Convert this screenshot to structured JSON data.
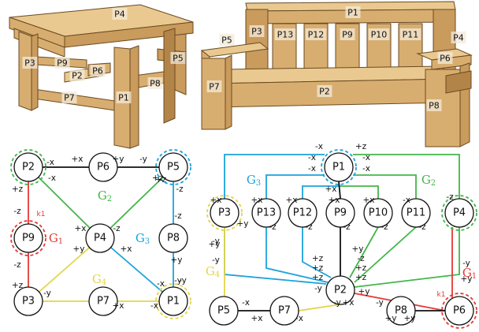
{
  "colors": {
    "green": "#43b649",
    "cyan": "#1ba3dc",
    "red": "#e53935",
    "yellow": "#e4d54a",
    "black": "#111111"
  },
  "table": {
    "parts": [
      {
        "id": "t-p4",
        "label": "P4"
      },
      {
        "id": "t-p3",
        "label": "P3"
      },
      {
        "id": "t-p9",
        "label": "P9"
      },
      {
        "id": "t-p2",
        "label": "P2"
      },
      {
        "id": "t-p6",
        "label": "P6"
      },
      {
        "id": "t-p5",
        "label": "P5"
      },
      {
        "id": "t-p8",
        "label": "P8"
      },
      {
        "id": "t-p7",
        "label": "P7"
      },
      {
        "id": "t-p1",
        "label": "P1"
      }
    ]
  },
  "bench": {
    "parts": [
      {
        "id": "b-p1",
        "label": "P1"
      },
      {
        "id": "b-p5",
        "label": "P5"
      },
      {
        "id": "b-p3",
        "label": "P3"
      },
      {
        "id": "b-p13",
        "label": "P13"
      },
      {
        "id": "b-p12",
        "label": "P12"
      },
      {
        "id": "b-p9",
        "label": "P9"
      },
      {
        "id": "b-p10",
        "label": "P10"
      },
      {
        "id": "b-p11",
        "label": "P11"
      },
      {
        "id": "b-p4",
        "label": "P4"
      },
      {
        "id": "b-p6",
        "label": "P6"
      },
      {
        "id": "b-p7",
        "label": "P7"
      },
      {
        "id": "b-p2",
        "label": "P2"
      },
      {
        "id": "b-p8",
        "label": "P8"
      }
    ]
  },
  "graph_left": {
    "nodes": [
      {
        "id": "P2",
        "label": "P2"
      },
      {
        "id": "P6",
        "label": "P6"
      },
      {
        "id": "P5",
        "label": "P5"
      },
      {
        "id": "P9",
        "label": "P9"
      },
      {
        "id": "P4",
        "label": "P4"
      },
      {
        "id": "P8",
        "label": "P8"
      },
      {
        "id": "P3",
        "label": "P3"
      },
      {
        "id": "P7",
        "label": "P7"
      },
      {
        "id": "P1",
        "label": "P1"
      }
    ],
    "edge_labels": [
      "-x",
      "+x",
      "+y",
      "-y",
      "-x",
      "+z",
      "+z",
      "-z",
      "-z",
      "+z",
      "+x",
      "-z",
      "+y",
      "+x",
      "+y",
      "-z",
      "-y",
      "-z",
      "+z",
      "-y",
      "-x",
      "-y",
      "+x",
      "-x"
    ],
    "groups": [
      "G2",
      "G1",
      "G3",
      "G4"
    ],
    "k1": "k1"
  },
  "graph_right": {
    "nodes": [
      {
        "id": "P1",
        "label": "P1"
      },
      {
        "id": "P3",
        "label": "P3"
      },
      {
        "id": "P13",
        "label": "P13"
      },
      {
        "id": "P12",
        "label": "P12"
      },
      {
        "id": "P9",
        "label": "P9"
      },
      {
        "id": "P10",
        "label": "P10"
      },
      {
        "id": "P11",
        "label": "P11"
      },
      {
        "id": "P4",
        "label": "P4"
      },
      {
        "id": "P2",
        "label": "P2"
      },
      {
        "id": "P5",
        "label": "P5"
      },
      {
        "id": "P7",
        "label": "P7"
      },
      {
        "id": "P8",
        "label": "P8"
      },
      {
        "id": "P6",
        "label": "P6"
      }
    ],
    "edge_labels": [
      "-x",
      "+z",
      "-x",
      "-x",
      "-x",
      "-x",
      "+x",
      "+x",
      "+x",
      "+x",
      "+x",
      "-x",
      "+x",
      "-z",
      "-z",
      "-z",
      "-z",
      "-z",
      "-z",
      "+z",
      "+z",
      "+z",
      "-z",
      "+z",
      "+z",
      "-y",
      "+y",
      "-y",
      "+y",
      "+y",
      "-y",
      "+y",
      "-y",
      "-x",
      "+x",
      "-y",
      "+y",
      "-x",
      "+x",
      "+y",
      "-y",
      "+y"
    ],
    "groups": [
      "G3",
      "G2",
      "G4",
      "G1"
    ],
    "k1": "k1"
  }
}
